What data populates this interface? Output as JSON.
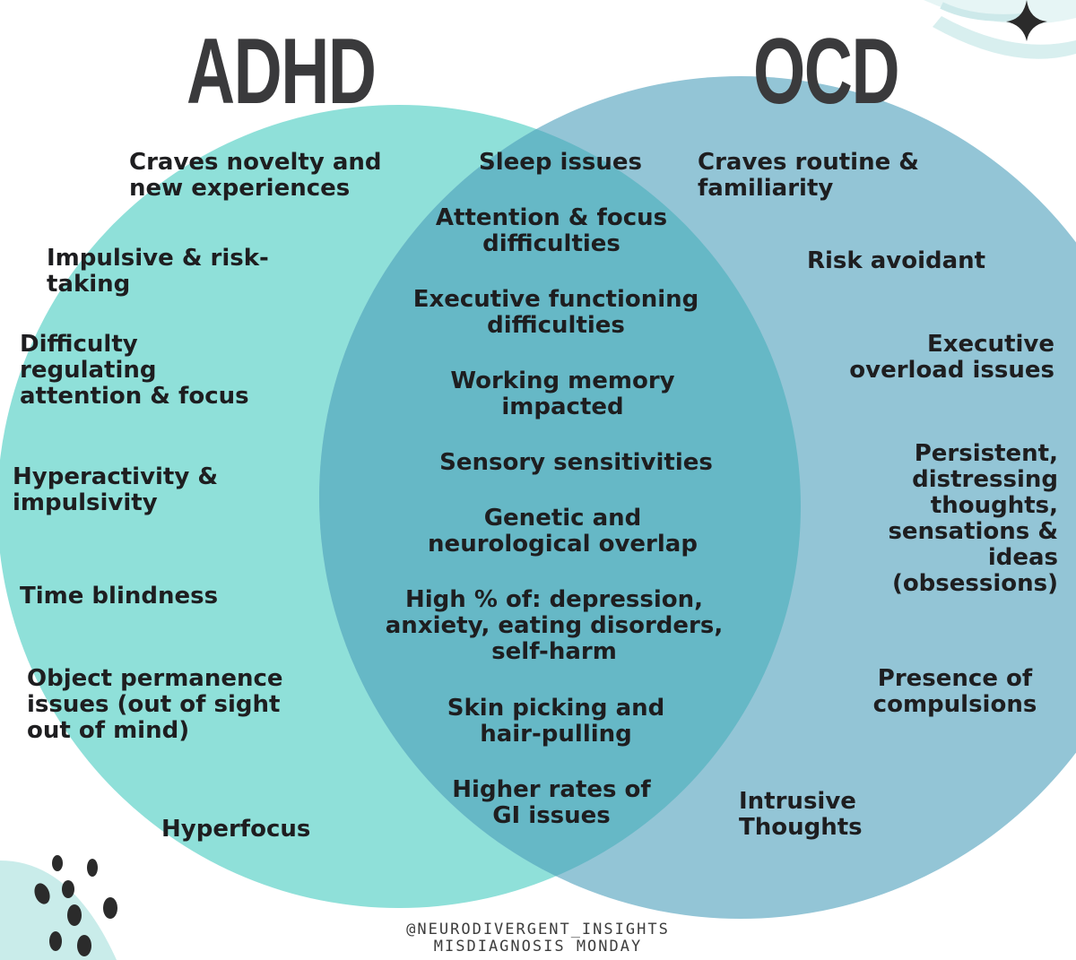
{
  "titles": {
    "adhd": "ADHD",
    "ocd": "OCD"
  },
  "adhd_items": [
    "Craves novelty and\nnew experiences",
    "Impulsive & risk-\ntaking",
    "Difficulty\nregulating\nattention & focus",
    "Hyperactivity &\nimpulsivity",
    "Time blindness",
    "Object permanence\nissues (out of sight\nout of mind)",
    "Hyperfocus"
  ],
  "shared_items": [
    "Sleep issues",
    "Attention & focus\ndifficulties",
    "Executive functioning\ndifficulties",
    "Working memory\nimpacted",
    "Sensory sensitivities",
    "Genetic and\nneurological overlap",
    "High % of: depression,\nanxiety, eating disorders,\nself-harm",
    "Skin picking and\nhair-pulling",
    "Higher rates of\nGI issues"
  ],
  "ocd_items": [
    "Craves routine &\nfamiliarity",
    "Risk avoidant",
    "Executive\noverload issues",
    "Persistent,\ndistressing\nthoughts,\nsensations &\nideas\n(obsessions)",
    "Presence of\ncompulsions",
    "Intrusive\nThoughts"
  ],
  "footer": {
    "handle": "@NEURODIVERGENT_INSIGHTS",
    "series": "MISDIAGNOSIS MONDAY"
  },
  "colors": {
    "adhd_circle": "#8fe0d9",
    "ocd_circle": "#93c5d6",
    "overlap": "#66b8c6",
    "title": "#3a3a3c",
    "decor_light": "#dff3f3",
    "decor_dark": "#2b2b2b"
  },
  "icons": [
    "sparkle-icon",
    "dot-cluster-decoration",
    "brush-swirl-decoration"
  ]
}
